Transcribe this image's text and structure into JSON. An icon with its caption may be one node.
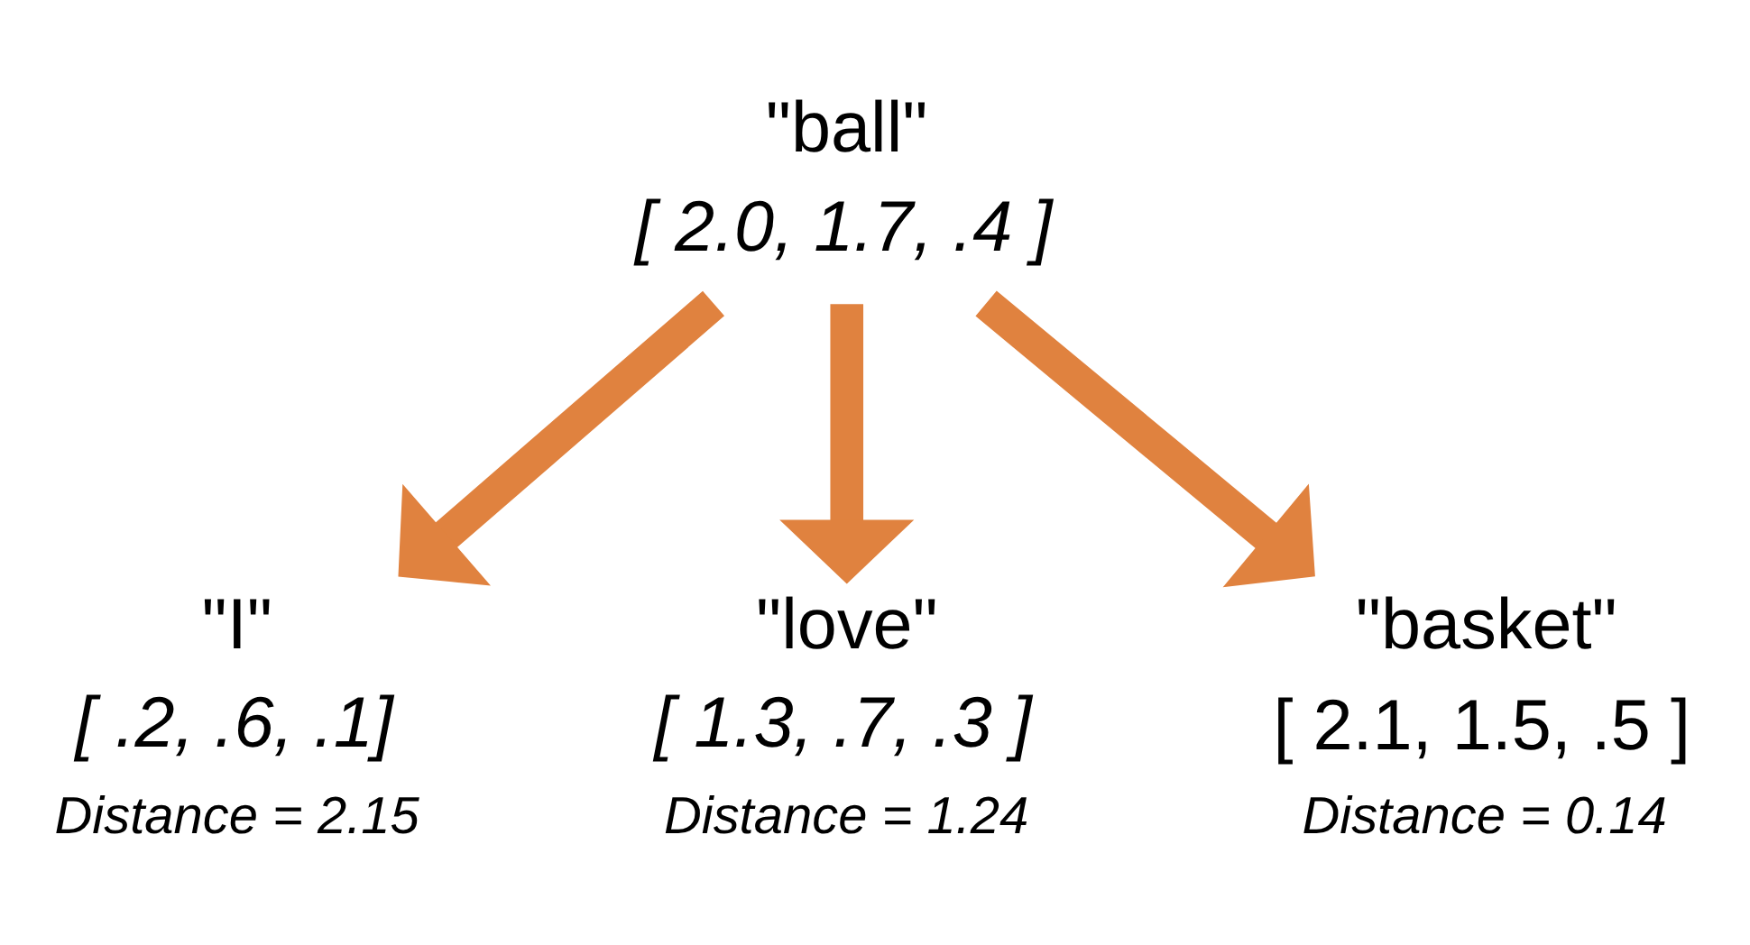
{
  "diagram": {
    "nodes": [
      {
        "text": [
          "\"ball\"",
          "[ 2.0, 1.7, .4 ]"
        ]
      },
      {
        "text": [
          "\"I\"",
          "[ .2, .6, .1]"
        ],
        "beside": [
          "Distance = 2.15"
        ]
      },
      {
        "text": [
          "\"love\"",
          "[ 1.3, .7, .3 ]"
        ],
        "beside": [
          "Distance = 1.24"
        ]
      },
      {
        "text": [
          "\"basket\"",
          "[ 2.1, 1.5, .5 ]"
        ],
        "beside": [
          "Distance = 0.14"
        ]
      }
    ],
    "edges": [
      {
        "from": 0,
        "to": 1,
        "arrow": "to"
      },
      {
        "from": 0,
        "to": 2,
        "arrow": "to"
      },
      {
        "from": 0,
        "to": 3,
        "arrow": "to"
      }
    ]
  }
}
